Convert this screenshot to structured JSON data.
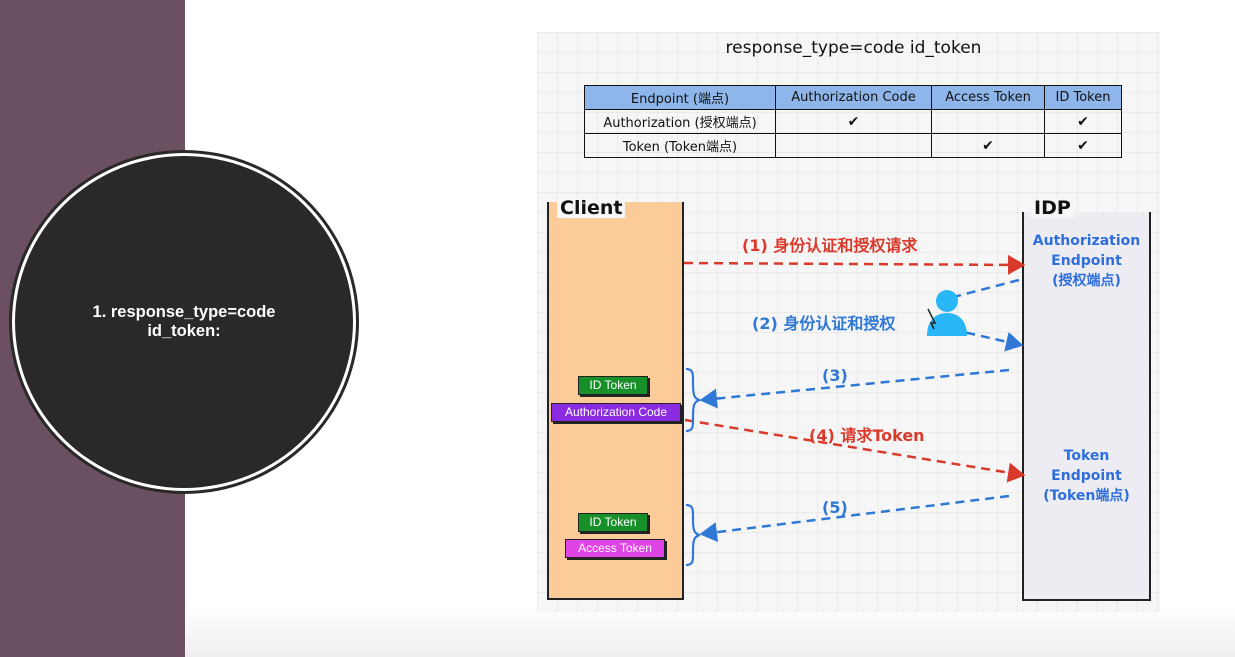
{
  "bubble": {
    "text": "1. response_type=code id_token:"
  },
  "slide": {
    "title": "response_type=code id_token",
    "table": {
      "headers": [
        "Endpoint (端点)",
        "Authorization Code",
        "Access Token",
        "ID Token"
      ],
      "rows": [
        {
          "label": "Authorization (授权端点)",
          "auth_code": "✔",
          "access_token": "",
          "id_token": "✔"
        },
        {
          "label": "Token (Token端点)",
          "auth_code": "",
          "access_token": "✔",
          "id_token": "✔"
        }
      ]
    },
    "client_label": "Client",
    "idp_label": "IDP",
    "auth_endpoint": {
      "line1": "Authorization",
      "line2": "Endpoint",
      "line3": "(授权端点)"
    },
    "token_endpoint": {
      "line1": "Token",
      "line2": "Endpoint",
      "line3": "(Token端点)"
    },
    "steps": {
      "s1": "(1) 身份认证和授权请求",
      "s2": "(2) 身份认证和授权",
      "s3": "(3)",
      "s4": "(4) 请求Token",
      "s5": "(5)"
    },
    "tags": {
      "id_token_1": "ID Token",
      "auth_code": "Authorization Code",
      "id_token_2": "ID Token",
      "access_token": "Access Token"
    }
  },
  "colors": {
    "sidebar": "#6a5060",
    "bubble": "#2a2828",
    "table_header": "#8fb6ea",
    "client_fill": "#fbcb9a",
    "idp_fill": "#ececf2",
    "arrow_red": "#d93a2b",
    "arrow_blue": "#2f78d6",
    "endpoint_text": "#2f6fdc",
    "user_icon": "#29b6f6"
  },
  "icons": {
    "user": "user-icon",
    "brace": "curly-brace-icon"
  }
}
